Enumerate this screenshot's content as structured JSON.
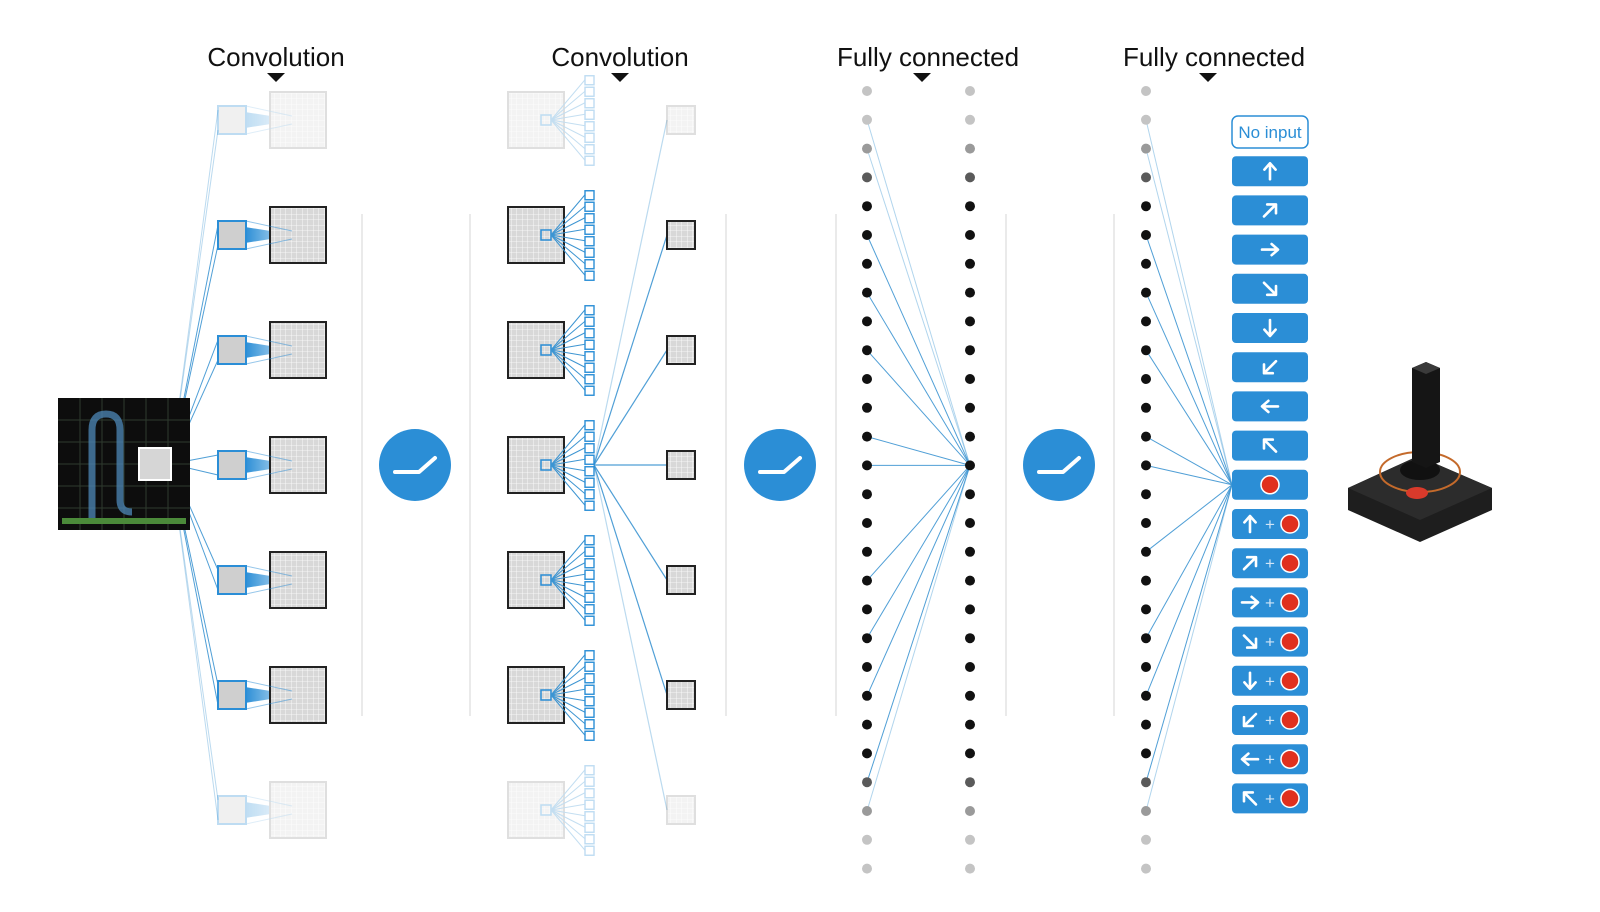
{
  "stage_labels": [
    "Convolution",
    "Convolution",
    "Fully connected",
    "Fully connected"
  ],
  "activation_icon": "relu-icon",
  "colors": {
    "accent": "#2b8ed6",
    "line": "#3d95d2",
    "node_dark": "#111111",
    "node_faded": "#c4c4c4",
    "joystick_button": "#d93a2b",
    "joystick_ring": "#c46a2b",
    "button_red": "#e0301e"
  },
  "input_frame": {
    "icon": "game-screen-thumbnail"
  },
  "actions": [
    {
      "label": "No input",
      "style": "outline"
    },
    {
      "arrow": "up"
    },
    {
      "arrow": "up-right"
    },
    {
      "arrow": "right"
    },
    {
      "arrow": "down-right"
    },
    {
      "arrow": "down"
    },
    {
      "arrow": "down-left"
    },
    {
      "arrow": "left"
    },
    {
      "arrow": "up-left"
    },
    {
      "fire": true
    },
    {
      "arrow": "up",
      "plus": "+",
      "fire": true
    },
    {
      "arrow": "up-right",
      "plus": "+",
      "fire": true
    },
    {
      "arrow": "right",
      "plus": "+",
      "fire": true
    },
    {
      "arrow": "down-right",
      "plus": "+",
      "fire": true
    },
    {
      "arrow": "down",
      "plus": "+",
      "fire": true
    },
    {
      "arrow": "down-left",
      "plus": "+",
      "fire": true
    },
    {
      "arrow": "left",
      "plus": "+",
      "fire": true
    },
    {
      "arrow": "up-left",
      "plus": "+",
      "fire": true
    }
  ],
  "output_device": {
    "icon": "joystick-icon"
  }
}
